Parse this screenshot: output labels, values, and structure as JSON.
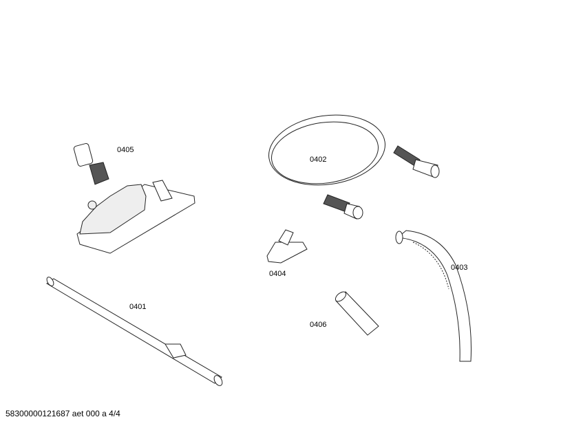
{
  "parts": [
    {
      "id": "0401",
      "label": "0401"
    },
    {
      "id": "0402",
      "label": "0402"
    },
    {
      "id": "0403",
      "label": "0403"
    },
    {
      "id": "0404",
      "label": "0404"
    },
    {
      "id": "0405",
      "label": "0405"
    },
    {
      "id": "0406",
      "label": "0406"
    }
  ],
  "footer": {
    "doc_id": "58300000121687 aet 000 a 4/4"
  }
}
